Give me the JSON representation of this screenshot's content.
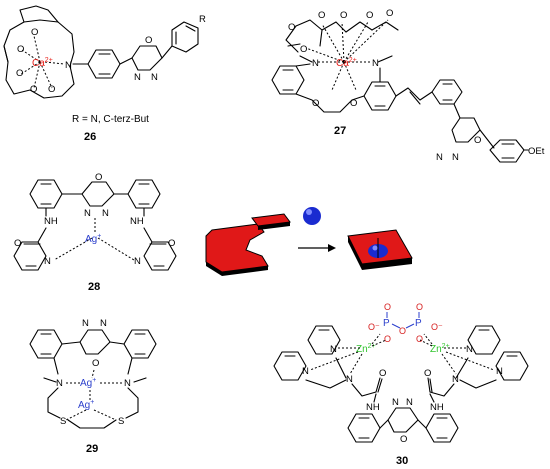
{
  "colors": {
    "ca": "#e8201a",
    "ag": "#2b3fcc",
    "zn": "#31c42e",
    "p": "#2b3fcc",
    "o": "#d62020",
    "ball": "#1a2bd0",
    "block": "#e01818"
  },
  "compounds": {
    "c26": {
      "number": "26",
      "metal": "Ca",
      "charge": "2+",
      "note": "R = N, C-terz-But",
      "r": "R",
      "n": "N",
      "o": "O"
    },
    "c27": {
      "number": "27",
      "metal": "Ca",
      "charge": "2+",
      "oet": "OEt",
      "n": "N",
      "o": "O"
    },
    "c28": {
      "number": "28",
      "metal": "Ag",
      "charge": "+",
      "nh": "NH",
      "n": "N",
      "o": "O"
    },
    "c29": {
      "number": "29",
      "metal": "Ag",
      "charge": "+",
      "s": "S",
      "n": "N",
      "o": "O"
    },
    "c30": {
      "number": "30",
      "metal": "Zn",
      "charge": "2+",
      "p": "P",
      "nh": "NH",
      "n": "N",
      "o": "O"
    }
  },
  "scheme": {
    "arrow": "→"
  }
}
